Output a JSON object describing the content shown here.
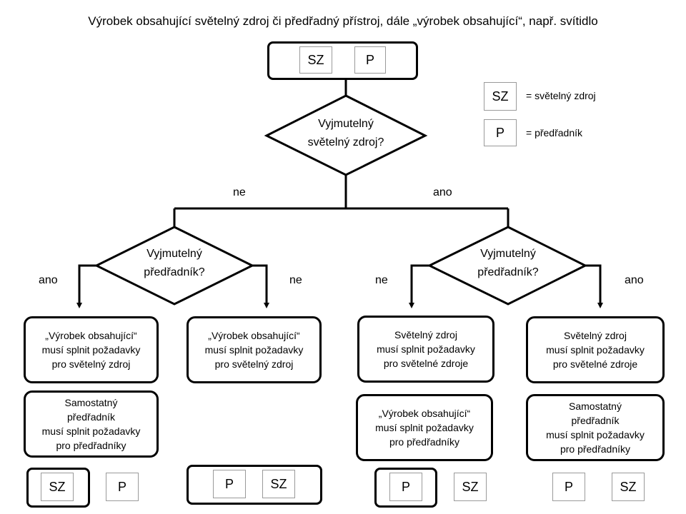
{
  "title": "Výrobek obsahující světelný zdroj či předřadný přístroj, dále „výrobek obsahující“, např. svítidlo",
  "symbols": {
    "sz": "SZ",
    "p": "P"
  },
  "legend": {
    "sz_text": "= světelný zdroj",
    "p_text": "= předřadník"
  },
  "decisions": {
    "top": [
      "Vyjmutelný",
      "světelný zdroj?"
    ],
    "left": [
      "Vyjmutelný",
      "předřadník?"
    ],
    "right": [
      "Vyjmutelný",
      "předřadník?"
    ]
  },
  "branches": {
    "yes": "ano",
    "no": "ne"
  },
  "outcomes": {
    "b1": [
      "„Výrobek obsahující“",
      "musí splnit požadavky",
      "pro světelný zdroj"
    ],
    "b1_extra": [
      "Samostatný",
      "předřadník",
      "musí splnit požadavky",
      "pro předřadníky"
    ],
    "b2": [
      "„Výrobek obsahující“",
      "musí splnit požadavky",
      "pro světelný zdroj"
    ],
    "b3": [
      "Světelný zdroj",
      "musí splnit požadavky",
      "pro světelné zdroje"
    ],
    "b3_extra": [
      "„Výrobek obsahující“",
      "musí splnit požadavky",
      "pro předřadníky"
    ],
    "b4": [
      "Světelný zdroj",
      "musí splnit požadavky",
      "pro světelné zdroje"
    ],
    "b4_extra": [
      "Samostatný",
      "předřadník",
      "musí splnit požadavky",
      "pro předřadníky"
    ]
  }
}
